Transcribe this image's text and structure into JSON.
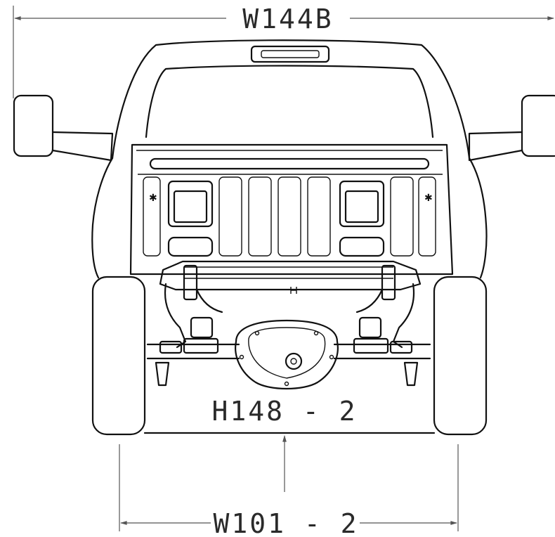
{
  "dimensions": {
    "overall_width_mirrors": "W144B",
    "rear_height": "H148-2",
    "rear_track_width": "W101-2"
  },
  "figure": {
    "view": "rear elevation of pickup truck with rear axle and frame (line drawing)"
  }
}
